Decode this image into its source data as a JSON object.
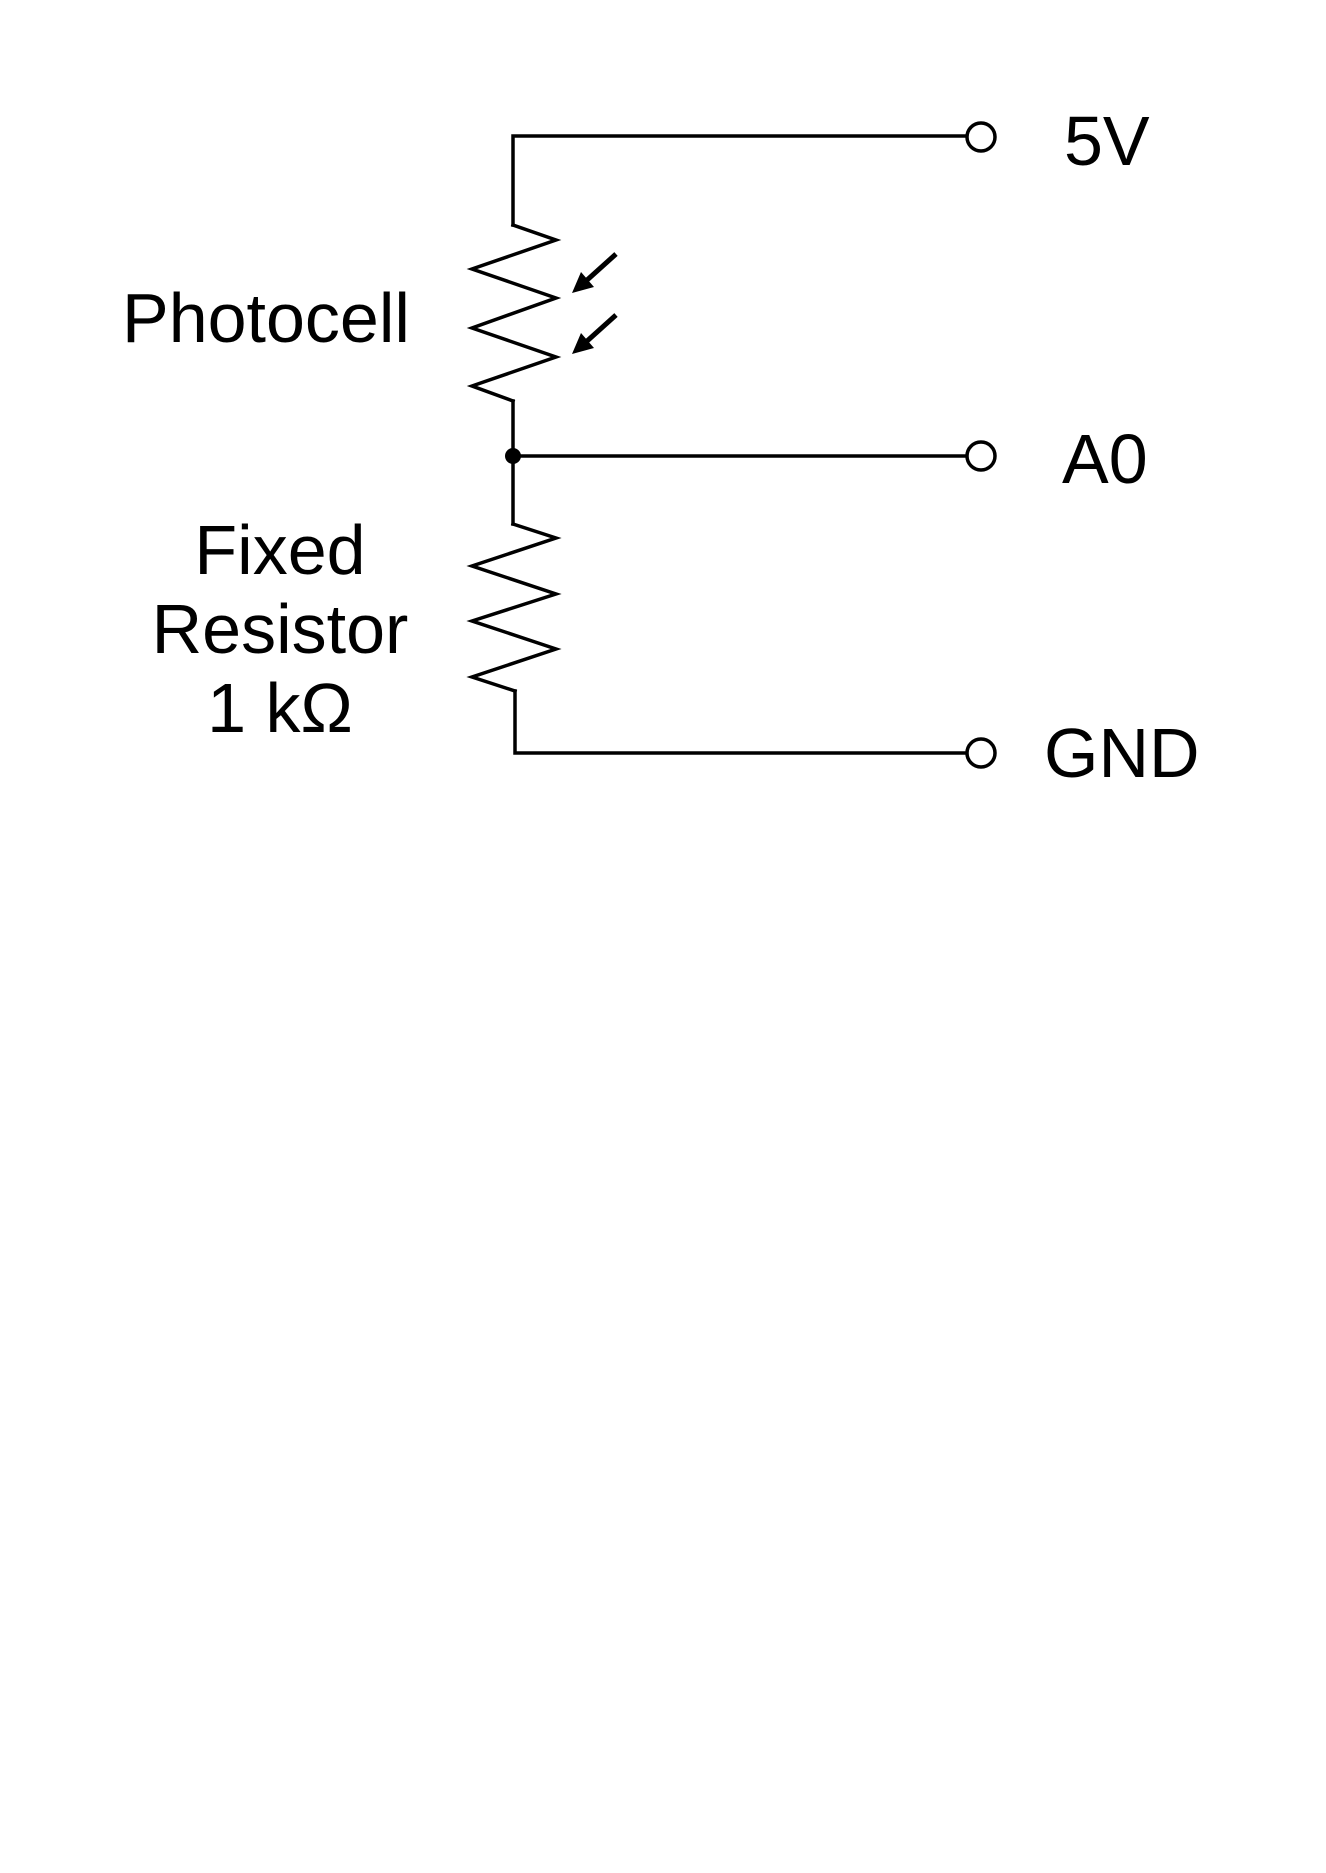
{
  "terminals": {
    "supply": "5V",
    "analog_input": "A0",
    "ground": "GND"
  },
  "components": {
    "photocell": {
      "label": "Photocell"
    },
    "fixed_resistor": {
      "line1": "Fixed",
      "line2": "Resistor",
      "value": "1 kΩ"
    }
  },
  "colors": {
    "ink": "#000000",
    "background": "#ffffff"
  }
}
